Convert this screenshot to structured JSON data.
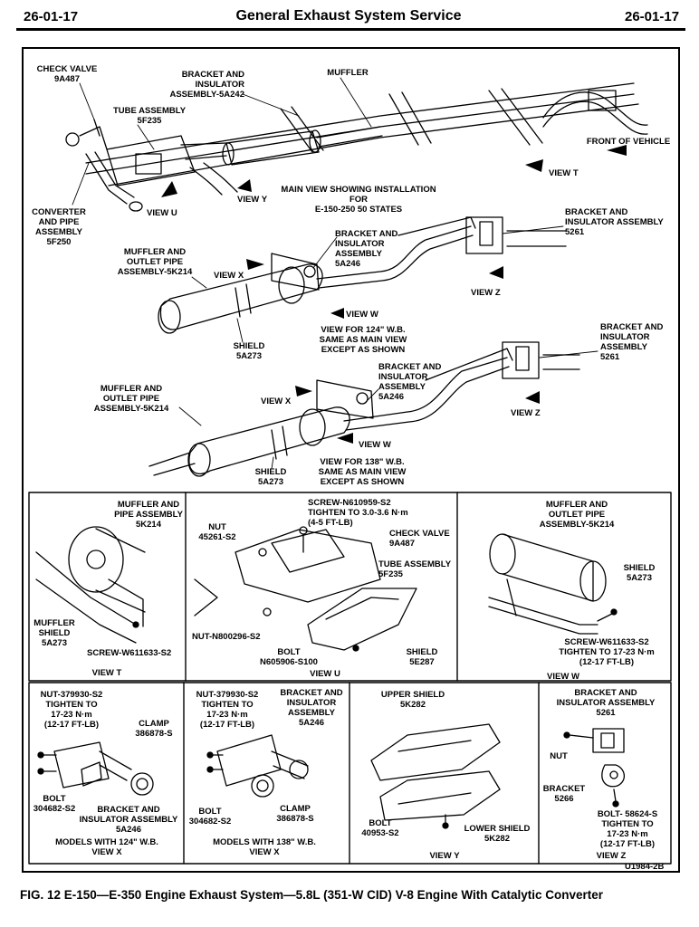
{
  "header": {
    "page_left": "26-01-17",
    "title": "General Exhaust System Service",
    "page_right": "26-01-17"
  },
  "main_view": {
    "check_valve": "CHECK VALVE\n9A487",
    "bracket_insulator": "BRACKET AND\nINSULATOR\nASSEMBLY-5A242",
    "muffler": "MUFFLER",
    "tube_assembly": "TUBE ASSEMBLY\n5F235",
    "front_of_vehicle": "FRONT OF VEHICLE",
    "view_t": "VIEW T",
    "converter": "CONVERTER\nAND PIPE\nASSEMBLY\n5F250",
    "view_u": "VIEW U",
    "view_y": "VIEW Y",
    "caption": "MAIN VIEW SHOWING INSTALLATION\nFOR\nE-150-250 50 STATES"
  },
  "view_124": {
    "bracket_5261": "BRACKET AND\nINSULATOR ASSEMBLY\n5261",
    "bracket_5a246": "BRACKET AND\nINSULATOR\nASSEMBLY\n5A246",
    "muffler_outlet": "MUFFLER AND\nOUTLET PIPE\nASSEMBLY-5K214",
    "view_x": "VIEW X",
    "view_z": "VIEW Z",
    "view_w": "VIEW W",
    "shield": "SHIELD\n5A273",
    "caption": "VIEW FOR 124\" W.B.\nSAME AS MAIN VIEW\nEXCEPT AS SHOWN"
  },
  "view_138": {
    "bracket_5261": "BRACKET AND\nINSULATOR\nASSEMBLY\n5261",
    "bracket_5a246": "BRACKET AND\nINSULATOR\nASSEMBLY\n5A246",
    "muffler_outlet": "MUFFLER AND\nOUTLET PIPE\nASSEMBLY-5K214",
    "view_x": "VIEW X",
    "view_z": "VIEW Z",
    "view_w": "VIEW W",
    "shield": "SHIELD\n5A273",
    "caption": "VIEW FOR 138\" W.B.\nSAME AS MAIN VIEW\nEXCEPT AS SHOWN"
  },
  "panel_t": {
    "muffler_pipe": "MUFFLER AND\nPIPE ASSEMBLY\n5K214",
    "muffler_shield": "MUFFLER\nSHIELD\n5A273",
    "screw": "SCREW-W611633-S2",
    "title": "VIEW T"
  },
  "panel_u": {
    "screw": "SCREW-N610959-S2\nTIGHTEN TO 3.0-3.6 N·m\n(4-5 FT-LB)",
    "nut": "NUT\n45261-S2",
    "check_valve": "CHECK VALVE\n9A487",
    "tube_assembly": "TUBE ASSEMBLY\n5F235",
    "nut_n800296": "NUT-N800296-S2",
    "bolt": "BOLT\nN605906-S100",
    "shield": "SHIELD\n5E287",
    "title": "VIEW U"
  },
  "panel_w": {
    "muffler_outlet": "MUFFLER AND\nOUTLET PIPE\nASSEMBLY-5K214",
    "shield": "SHIELD\n5A273",
    "screw": "SCREW-W611633-S2\nTIGHTEN TO 17-23 N·m\n(12-17 FT-LB)",
    "title": "VIEW W"
  },
  "panel_x124": {
    "nut": "NUT-379930-S2\nTIGHTEN TO\n17-23 N·m\n(12-17 FT-LB)",
    "clamp": "CLAMP\n386878-S",
    "bolt": "BOLT\n304682-S2",
    "bracket": "BRACKET AND\nINSULATOR ASSEMBLY\n5A246",
    "title": "MODELS WITH 124\" W.B.\nVIEW X"
  },
  "panel_x138": {
    "nut": "NUT-379930-S2\nTIGHTEN TO\n17-23 N·m\n(12-17 FT-LB)",
    "bracket": "BRACKET AND\nINSULATOR\nASSEMBLY\n5A246",
    "bolt": "BOLT\n304682-S2",
    "clamp": "CLAMP\n386878-S",
    "title": "MODELS WITH 138\" W.B.\nVIEW X"
  },
  "panel_y": {
    "upper_shield": "UPPER SHIELD\n5K282",
    "bolt": "BOLT\n40953-S2",
    "lower_shield": "LOWER SHIELD\n5K282",
    "title": "VIEW Y"
  },
  "panel_z": {
    "bracket": "BRACKET AND\nINSULATOR ASSEMBLY\n5261",
    "nut": "NUT",
    "bracket_5266": "BRACKET\n5266",
    "bolt": "BOLT- 58624-S\nTIGHTEN TO\n17-23 N·m\n(12-17 FT-LB)",
    "title": "VIEW Z"
  },
  "figure_code": "U1984-2B",
  "caption": "FIG. 12 E-150—E-350 Engine Exhaust System—5.8L (351-W CID) V-8 Engine With Catalytic Converter"
}
